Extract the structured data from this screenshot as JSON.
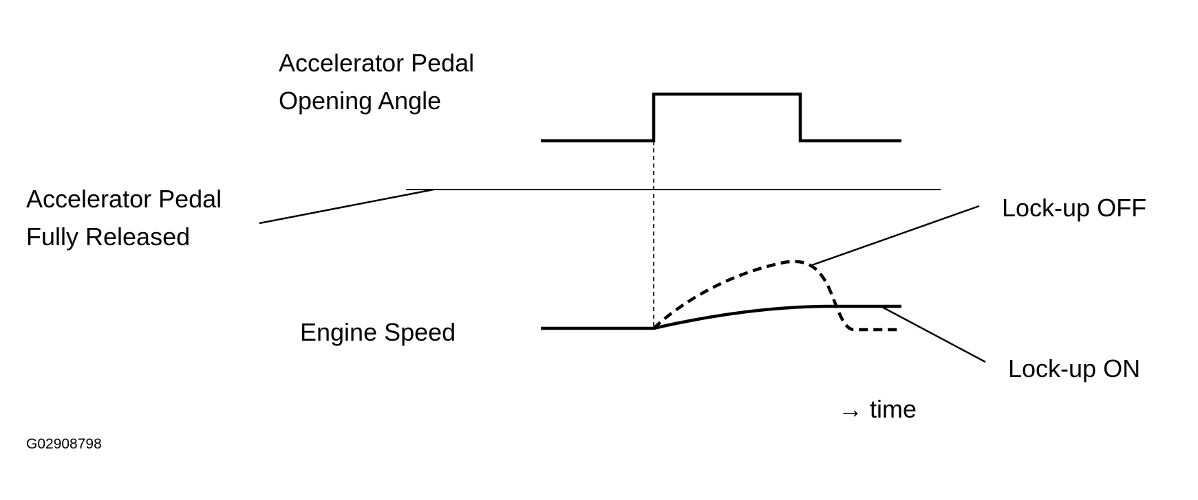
{
  "labels": {
    "pedal_angle_line1": "Accelerator Pedal",
    "pedal_angle_line2": "Opening Angle",
    "pedal_released_line1": "Accelerator Pedal",
    "pedal_released_line2": "Fully Released",
    "engine_speed": "Engine Speed",
    "lockup_off": "Lock-up  OFF",
    "lockup_on": "Lock-up  ON",
    "time_axis": "→ time"
  },
  "figure_code": "G02908798",
  "colors": {
    "ink": "#000000",
    "background": "#ffffff"
  }
}
